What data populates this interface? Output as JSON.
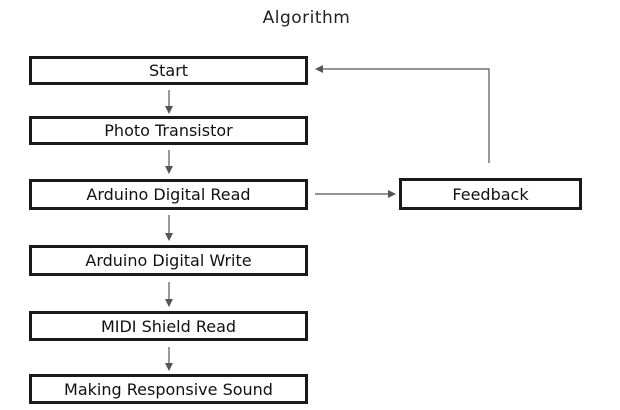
{
  "diagram": {
    "title": "Algorithm",
    "nodes": [
      {
        "id": "start",
        "label": "Start"
      },
      {
        "id": "photo-transistor",
        "label": "Photo Transistor"
      },
      {
        "id": "arduino-digital-read",
        "label": "Arduino Digital Read"
      },
      {
        "id": "arduino-digital-write",
        "label": "Arduino Digital Write"
      },
      {
        "id": "midi-shield-read",
        "label": "MIDI Shield Read"
      },
      {
        "id": "making-responsive-sound",
        "label": "Making Responsive Sound"
      },
      {
        "id": "feedback",
        "label": "Feedback"
      }
    ],
    "edges": [
      {
        "from": "start",
        "to": "photo-transistor"
      },
      {
        "from": "photo-transistor",
        "to": "arduino-digital-read"
      },
      {
        "from": "arduino-digital-read",
        "to": "arduino-digital-write"
      },
      {
        "from": "arduino-digital-write",
        "to": "midi-shield-read"
      },
      {
        "from": "midi-shield-read",
        "to": "making-responsive-sound"
      },
      {
        "from": "arduino-digital-read",
        "to": "feedback"
      },
      {
        "from": "feedback",
        "to": "start"
      }
    ],
    "colors": {
      "stroke": "#1a1a1a",
      "arrow": "#555555",
      "background": "#ffffff"
    }
  }
}
